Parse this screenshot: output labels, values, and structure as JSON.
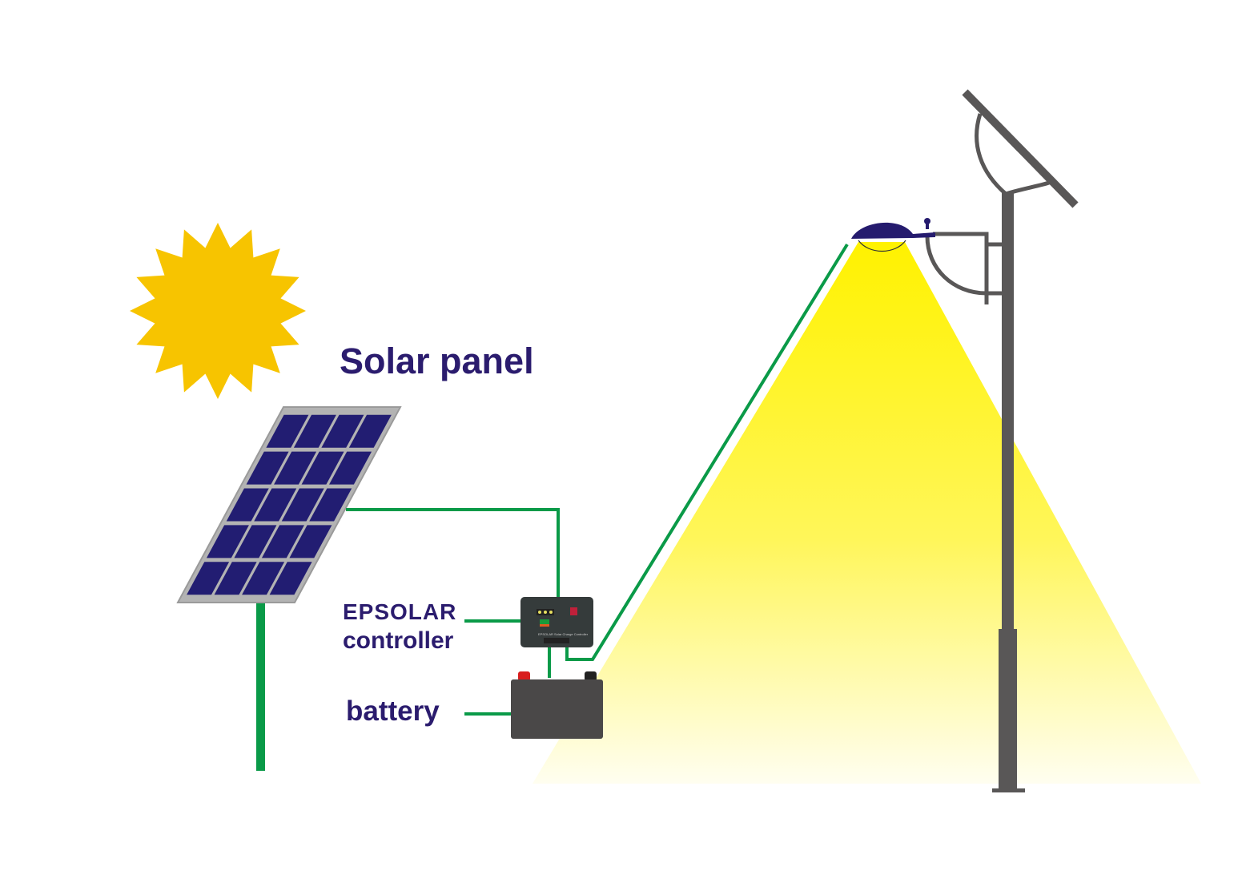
{
  "labels": {
    "solar_panel": "Solar panel",
    "controller_line1": "EPSOLAR",
    "controller_line2": "controller",
    "battery": "battery"
  },
  "colors": {
    "label_text": "#2b1c6e",
    "wire": "#0a9a48",
    "sun": "#f7c400",
    "panel_frame": "#b3b3b3",
    "panel_cell": "#221d72",
    "light": "#fff200",
    "pole": "#595757",
    "lamp": "#251b6e",
    "battery": "#4a4848"
  },
  "icons": [
    "sun-icon",
    "solar-panel-icon",
    "charge-controller-icon",
    "battery-icon",
    "street-lamp-icon"
  ]
}
